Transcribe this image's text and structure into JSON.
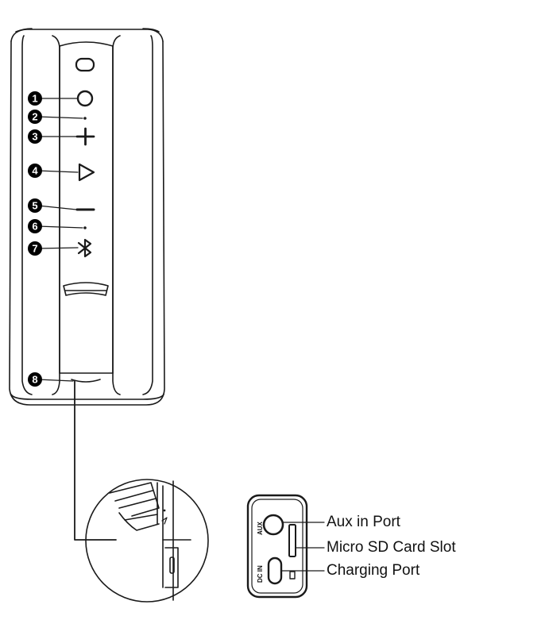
{
  "callouts": [
    {
      "number": "1",
      "control": "power-icon"
    },
    {
      "number": "2",
      "control": "indicator-dot-icon"
    },
    {
      "number": "3",
      "control": "plus-icon"
    },
    {
      "number": "4",
      "control": "play-icon"
    },
    {
      "number": "5",
      "control": "minus-icon"
    },
    {
      "number": "6",
      "control": "indicator-dot-icon"
    },
    {
      "number": "7",
      "control": "bluetooth-icon"
    },
    {
      "number": "8",
      "control": "port-cover"
    }
  ],
  "port_panel": {
    "aux_marking": "AUX",
    "dc_marking": "DC IN",
    "labels": {
      "aux": "Aux in Port",
      "sd": "Micro SD Card Slot",
      "charging": "Charging Port"
    }
  },
  "colors": {
    "line": "#1a1a1a",
    "badge": "#000000",
    "background": "#ffffff"
  }
}
